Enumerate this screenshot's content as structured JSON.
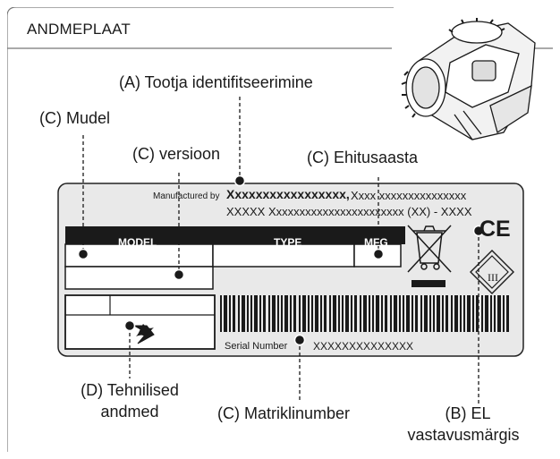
{
  "header": {
    "title": "ANDMEPLAAT"
  },
  "callouts": {
    "manufacturer_id": "(A) Tootja identifitseerimine",
    "model": "(C) Mudel",
    "version": "(C) versioon",
    "year": "(C) Ehitusaasta",
    "tech_data_line1": "(D) Tehnilised",
    "tech_data_line2": "andmed",
    "serial": "(C) Matriklinumber",
    "ce_line1": "(B) EL",
    "ce_line2": "vastavusmärgis"
  },
  "plate": {
    "manufactured_by": "Manufactured by",
    "manufacturer_name": "Xxxxxxxxxxxxxxxxx,",
    "address_line1": "Xxxx xxxxxxxxxxxxxxx",
    "address_line2": "XXXXX Xxxxxxxxxxxxxxxxxxxxxxx (XX) - XXXX",
    "model_label": "MODEL",
    "type_label": "TYPE",
    "mfg_label": "MFG",
    "serial_label": "Serial Number",
    "serial_value": "XXXXXXXXXXXXXX",
    "ce_mark": "CE",
    "class_mark": "III"
  },
  "colors": {
    "line": "#555555",
    "plate_fill": "#e9e9e9",
    "bar": "#1a1a1a"
  }
}
